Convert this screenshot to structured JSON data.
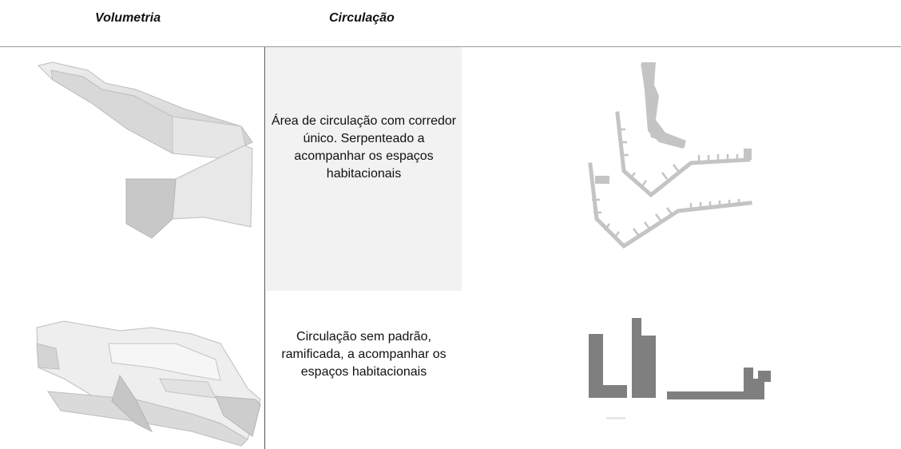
{
  "header": {
    "col_volumetria": "Volumetria",
    "col_circulacao": "Circulação"
  },
  "rows": [
    {
      "circulation_text": "Área de circulação com corredor único. Serpenteado a acompanhar os espaços habitacionais",
      "volumetry_image": "serpentine-building-volume",
      "plan_image": "serpentine-corridor-plan",
      "plan_color": "#c4c4c4"
    },
    {
      "circulation_text": "Circulação sem padrão, ramificada, a acompanhar os espaços habitacionais",
      "volumetry_image": "branched-building-volume",
      "plan_image": "branched-circulation-plan",
      "plan_color": "#7f7f7f"
    }
  ]
}
